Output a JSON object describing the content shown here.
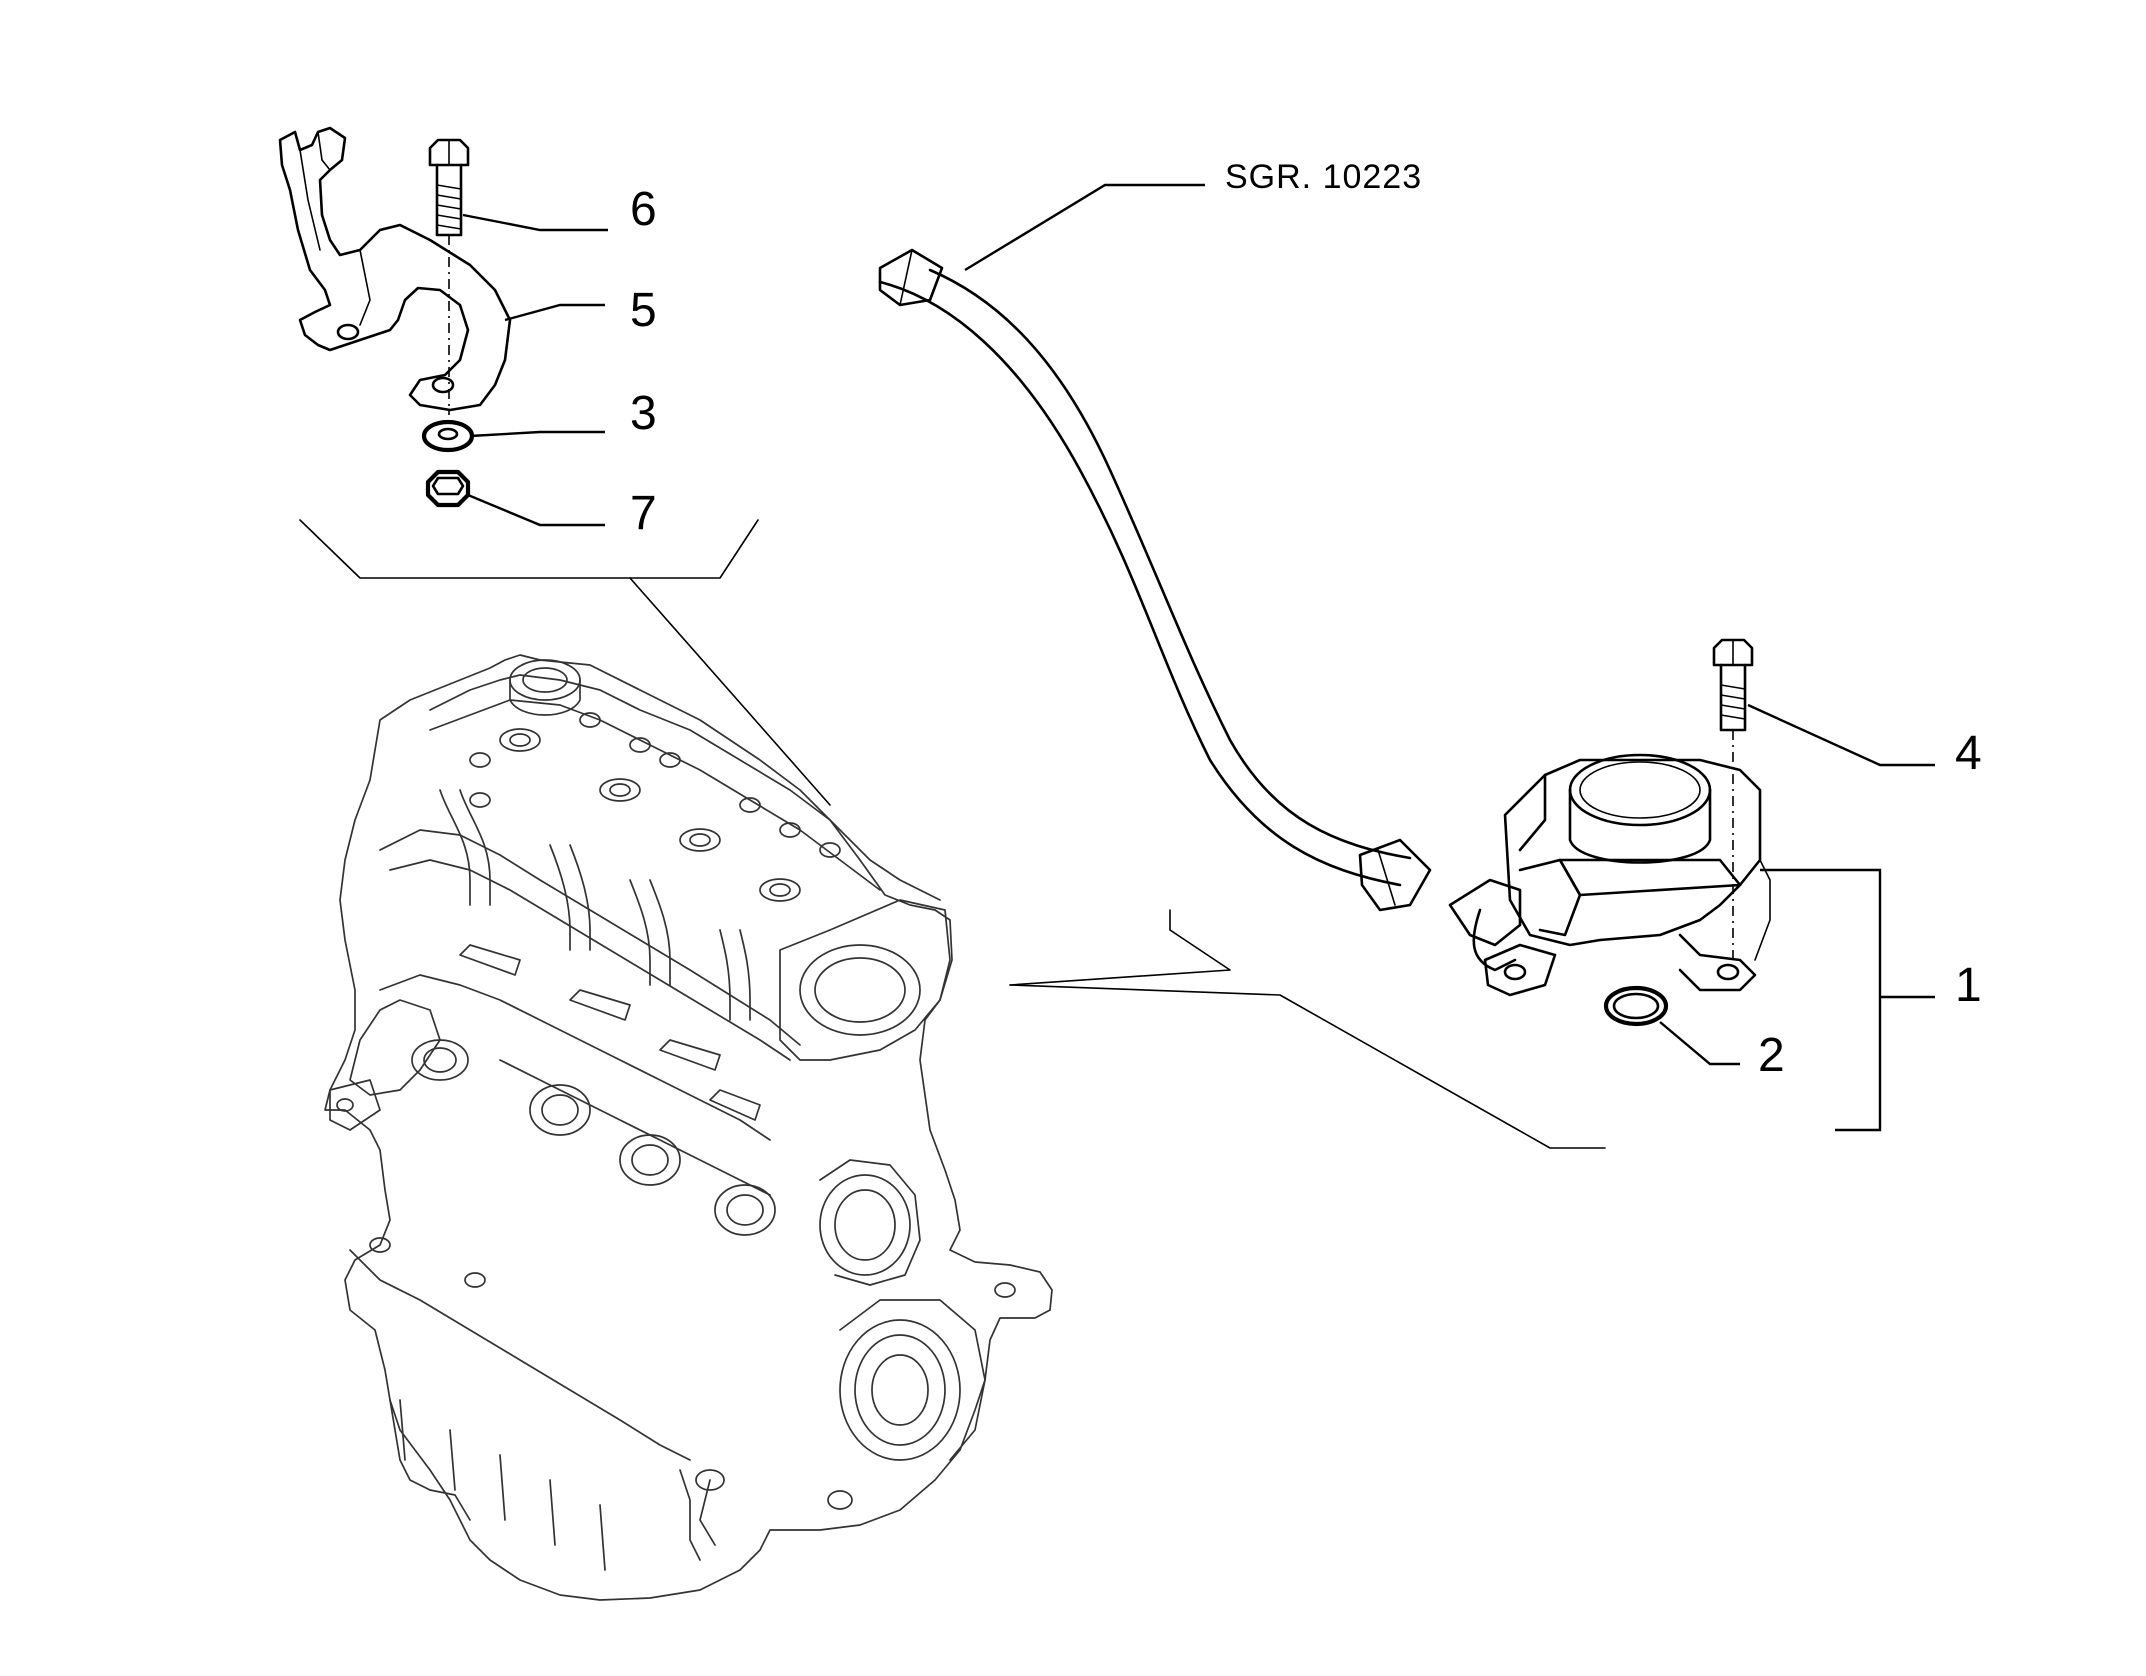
{
  "callouts": [
    {
      "id": "6",
      "text": "6"
    },
    {
      "id": "5",
      "text": "5"
    },
    {
      "id": "3",
      "text": "3"
    },
    {
      "id": "7",
      "text": "7"
    },
    {
      "id": "4",
      "text": "4"
    },
    {
      "id": "1",
      "text": "1"
    },
    {
      "id": "2",
      "text": "2"
    }
  ],
  "reference": {
    "text": "SGR. 10223"
  },
  "colors": {
    "line": "#000000",
    "background": "#ffffff"
  }
}
